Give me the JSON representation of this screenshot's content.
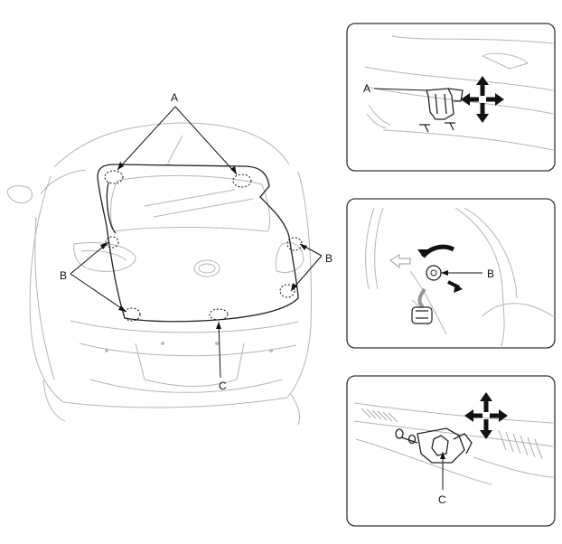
{
  "main_labels": {
    "A": "A",
    "B_left": "B",
    "B_right": "B",
    "C": "C"
  },
  "detail_labels": {
    "top": "A",
    "middle": "B",
    "bottom": "C"
  }
}
